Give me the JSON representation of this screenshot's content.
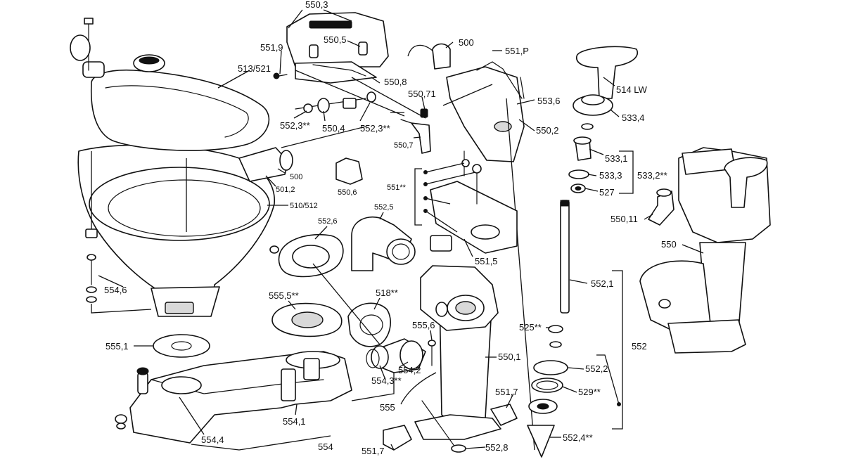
{
  "colors": {
    "ink": "#111111",
    "paper": "#ffffff",
    "shade": "#d9d9d9"
  },
  "labels": {
    "p550_3": "550,3",
    "p551_9": "551,9",
    "p550_5": "550,5",
    "p500_top": "500",
    "p551_p": "551,P",
    "p513_521": "513/521",
    "p550_8": "550,8",
    "p550_71": "550,71",
    "p553_6": "553,6",
    "p552_3_left": "552,3**",
    "p550_4": "550,4",
    "p552_3_right": "552,3**",
    "p550_7": "550,7",
    "p550_2": "550,2",
    "p514_lw": "514 LW",
    "p533_4": "533,4",
    "p533_1": "533,1",
    "p533_3": "533,3",
    "p533_2": "533,2**",
    "p527": "527",
    "p500_mid": "500",
    "p501_2": "501,2",
    "p550_6": "550,6",
    "p551_star": "551**",
    "p510_512": "510/512",
    "p552_5": "552,5",
    "p552_6": "552,6",
    "p550_11": "550,11",
    "p550": "550",
    "p551_5": "551,5",
    "p552_1": "552,1",
    "p554_6": "554,6",
    "p555_5": "555,5**",
    "p518": "518**",
    "p555_6": "555,6",
    "p525": "525**",
    "p552": "552",
    "p555_1": "555,1",
    "p550_1": "550,1",
    "p552_2": "552,2",
    "p554_2": "554,2",
    "p554_3": "554,3**",
    "p529": "529**",
    "p551_7_right": "551,7",
    "p555": "555",
    "p554_1": "554,1",
    "p552_4": "552,4**",
    "p554_4": "554,4",
    "p554": "554",
    "p551_7_left": "551,7",
    "p552_8": "552,8"
  }
}
